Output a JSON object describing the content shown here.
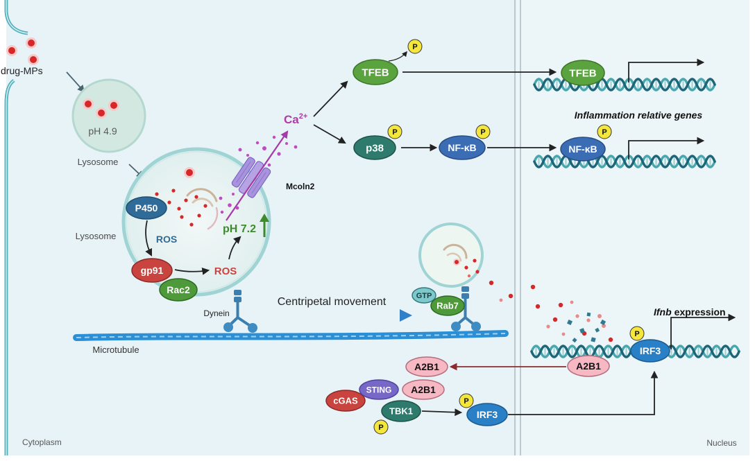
{
  "cell_entry": {
    "particles_label": "drug-MPs"
  },
  "early_lysosome": {
    "ph": "pH 4.9",
    "label": "Lysosome"
  },
  "lysosome": {
    "label": "Lysosome",
    "p450": "P450",
    "ros_upstream": "ROS",
    "gp91": "gp91",
    "rac2": "Rac2",
    "ros_downstream": "ROS",
    "ph": "pH 7.2",
    "channel": "Mcoln2"
  },
  "calcium": {
    "symbol": "Ca",
    "charge": "2+"
  },
  "cytoplasmic_signaling": {
    "tfeb": "TFEB",
    "p38": "p38",
    "nfkb": "NF-κB"
  },
  "phosphorylation_label": "P",
  "nuclear_transcription": {
    "tfeb": "TFEB",
    "nfkb": "NF-κB",
    "target_genes": "Inflammation relative genes",
    "ifnb_gene": "Ifnb",
    "ifnb_suffix": "expression",
    "irf3": "IRF3",
    "a2b1": "A2B1"
  },
  "lysosome_transport": {
    "motor": "Dynein",
    "movement": "Centripetal movement",
    "gtp": "GTP",
    "rab7": "Rab7",
    "track": "Microtubule"
  },
  "sting_pathway": {
    "a2b1_exported": "A2B1",
    "a2b1_bound": "A2B1",
    "sting": "STING",
    "cgas": "cGAS",
    "tbk1": "TBK1",
    "irf3": "IRF3"
  },
  "compartments": {
    "cytoplasm": "Cytoplasm",
    "nucleus": "Nucleus"
  },
  "colors": {
    "tfeb": "#5aa33f",
    "p38": "#2e7a6c",
    "nfkb": "#3b6db5",
    "p450": "#2f6b99",
    "gp91": "#c9433f",
    "rac2": "#4e9a3a",
    "rab7": "#4e9a3a",
    "gtp": "#7ec8cc",
    "irf3": "#2a80c6",
    "a2b1": "#f6b8c2",
    "sting": "#7767c6",
    "cgas": "#c9433f",
    "tbk1": "#2e7a6c",
    "phospho": "#f4e63a",
    "calcium": "#b13aa6",
    "ros_upstream": "#2f6b99",
    "ros_downstream": "#c9433f",
    "ph_neutral": "#3d8b2b",
    "microtubule": "#2b8fd6",
    "lysosome_membrane": "#9fd3d4"
  }
}
